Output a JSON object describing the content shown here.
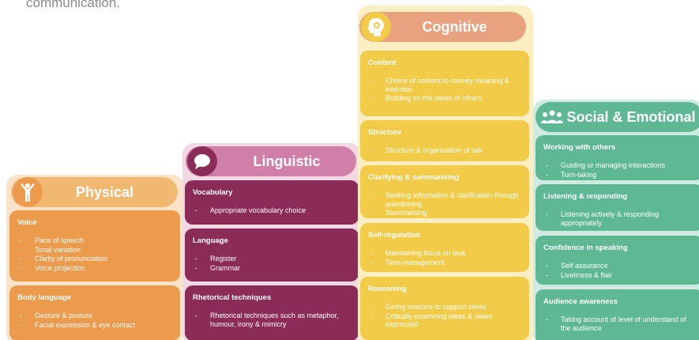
{
  "intro_text": "communication.",
  "columns": {
    "physical": {
      "title": "Physical",
      "icon": "person-icon",
      "color": "#ec9a4c",
      "cards": [
        {
          "title": "Voice",
          "items": [
            "Pace of speech",
            "Tonal variation",
            "Clarity of pronunciation",
            "Voice projection"
          ]
        },
        {
          "title": "Body language",
          "items": [
            "Gesture & posture",
            "Facial expression & eye contact"
          ]
        }
      ]
    },
    "linguistic": {
      "title": "Linguistic",
      "icon": "speech-bubble-icon",
      "color": "#8b2b57",
      "cards": [
        {
          "title": "Vocabulary",
          "items": [
            "Appropriate vocabulary choice"
          ]
        },
        {
          "title": "Language",
          "items": [
            "Register",
            "Grammar"
          ]
        },
        {
          "title": "Rhetorical techniques",
          "items": [
            "Rhetorical techniques such as metaphor, humour, irony & mimicry"
          ]
        }
      ]
    },
    "cognitive": {
      "title": "Cognitive",
      "icon": "head-brain-icon",
      "color": "#f2cb49",
      "cards": [
        {
          "title": "Content",
          "items": [
            "Choice of content to convey meaning & intention",
            "Building on the views of others"
          ]
        },
        {
          "title": "Structure",
          "items": [
            "Structure & organisation of talk"
          ]
        },
        {
          "title": "Clarifying & summarising",
          "items": [
            "Seeking information & clarification through questioning",
            "Summarising"
          ]
        },
        {
          "title": "Self-regulation",
          "items": [
            "Maintaining focus on task",
            "Time management"
          ]
        },
        {
          "title": "Reasoning",
          "items": [
            "Giving reasons to support views",
            "Critically examining ideas & views expressed"
          ]
        }
      ]
    },
    "social": {
      "title": "Social & Emotional",
      "icon": "group-icon",
      "color": "#5fb894",
      "cards": [
        {
          "title": "Working with others",
          "items": [
            "Guiding or managing interactions",
            "Turn-taking"
          ]
        },
        {
          "title": "Listening & responding",
          "items": [
            "Listening actively & responding appropriately"
          ]
        },
        {
          "title": "Confidence in speaking",
          "items": [
            "Self assurance",
            "Liveliness & flair"
          ]
        },
        {
          "title": "Audience awareness",
          "items": [
            "Taking account of level of understand of the audience"
          ]
        }
      ]
    }
  }
}
